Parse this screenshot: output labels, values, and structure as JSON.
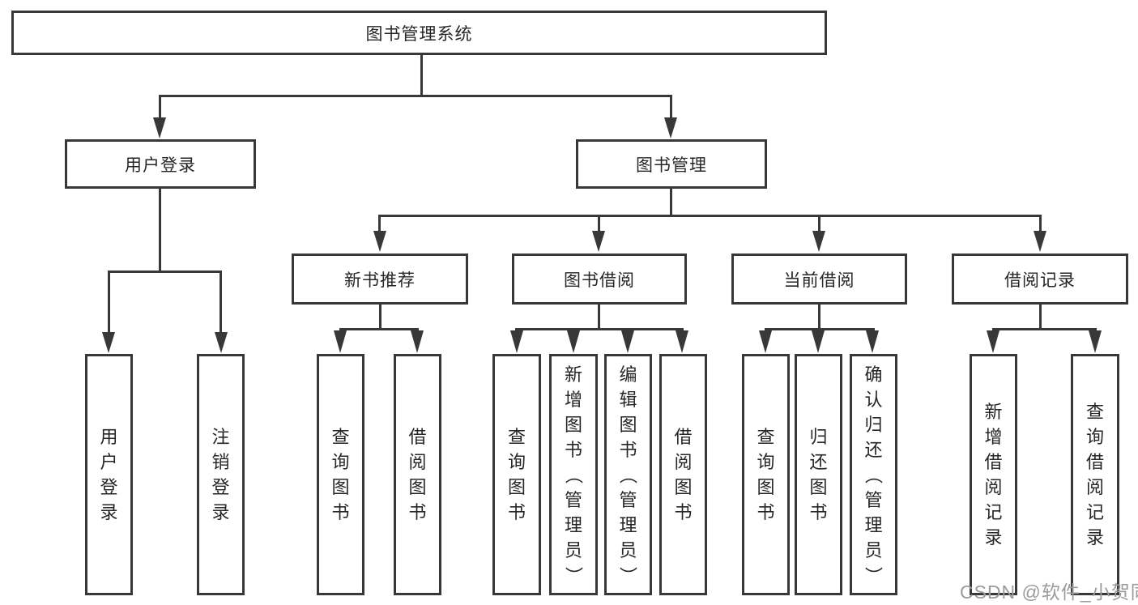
{
  "root": {
    "label": "图书管理系统"
  },
  "level2": [
    {
      "label": "用户登录"
    },
    {
      "label": "图书管理"
    }
  ],
  "level3": [
    {
      "label": "新书推荐"
    },
    {
      "label": "图书借阅"
    },
    {
      "label": "当前借阅"
    },
    {
      "label": "借阅记录"
    }
  ],
  "leaves": {
    "user_login": [
      {
        "label": "用户登录"
      },
      {
        "label": "注销登录"
      }
    ],
    "new_book_recommendation": [
      {
        "label": "查询图书"
      },
      {
        "label": "借阅图书"
      }
    ],
    "book_borrowing": [
      {
        "label": "查询图书"
      },
      {
        "label": "新增图书（管理员）"
      },
      {
        "label": "编辑图书（管理员）"
      },
      {
        "label": "借阅图书"
      }
    ],
    "current_borrowing": [
      {
        "label": "查询图书"
      },
      {
        "label": "归还图书"
      },
      {
        "label": "确认归还（管理员）"
      }
    ],
    "borrowing_records": [
      {
        "label": "新增借阅记录"
      },
      {
        "label": "查询借阅记录"
      }
    ]
  },
  "watermark": {
    "text": "CSDN @软件_小贺同学"
  },
  "colors": {
    "line": "#383838",
    "text": "#262626",
    "watermark": "#9b9b9b",
    "background": "#ffffff"
  }
}
